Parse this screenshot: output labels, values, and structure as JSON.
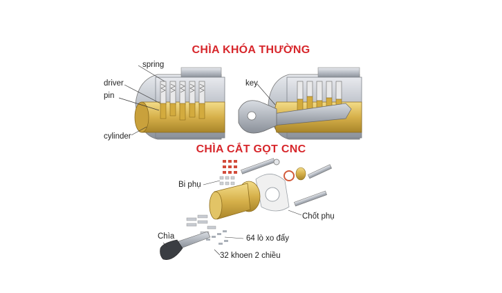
{
  "titles": {
    "regular_key": "CHÌA KHÓA THƯỜNG",
    "cnc_key": "CHÌA CẮT GỌT CNC"
  },
  "labels": {
    "spring": "spring",
    "driver": "driver",
    "pin": "pin",
    "cylinder": "cylinder",
    "key": "key",
    "bi_phu": "Bi phụ",
    "chot_phu": "Chốt phụ",
    "chia": "Chìa",
    "lo_xo": "64 lò xo đẩy",
    "khoen": "32 khoen 2 chiều"
  },
  "colors": {
    "title": "#d7262b",
    "brass": "#d9b548",
    "steel": "#c4c8cf"
  }
}
